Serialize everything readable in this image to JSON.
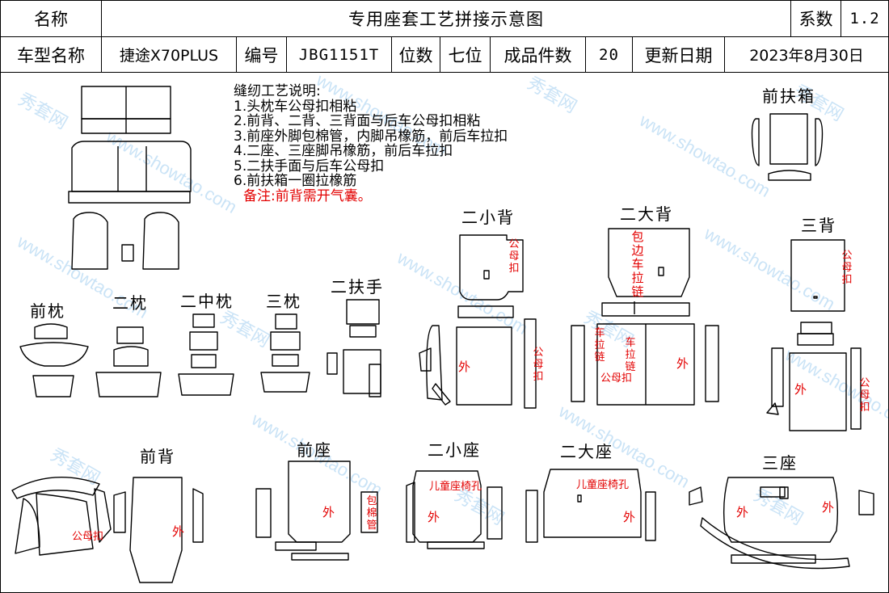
{
  "header": {
    "name_label": "名称",
    "doc_title": "专用座套工艺拼接示意图",
    "factor_label": "系数",
    "factor_value": "1.2",
    "model_label": "车型名称",
    "model_value": "捷途X70PLUS",
    "code_label": "编号",
    "code_value": "JBG1151T",
    "seats_label": "位数",
    "seats_value": "七位",
    "pieces_label": "成品件数",
    "pieces_value": "20",
    "update_label": "更新日期",
    "update_value": "2023年8月30日"
  },
  "notes": {
    "title": "缝纫工艺说明:",
    "items": [
      "1.头枕车公母扣相粘",
      "2.前背、二背、三背面与后车公母扣相粘",
      "3.前座外脚包棉管，内脚吊橡筋，前后车拉扣",
      "4.二座、三座脚吊橡筋，前后车拉扣",
      "5.二扶手面与后车公母扣",
      "6.前扶箱一圈拉橡筋"
    ],
    "remark": "备注:前背需开气囊。"
  },
  "watermark": {
    "text_cn": "秀套网",
    "text_en": "www.showtao.com"
  },
  "parts": {
    "front_armbox": "前扶箱",
    "second_small_back": "二小背",
    "second_large_back": "二大背",
    "third_back": "三背",
    "front_headrest": "前枕",
    "second_headrest": "二枕",
    "second_mid_headrest": "二中枕",
    "third_headrest": "三枕",
    "second_armrest": "二扶手",
    "front_back": "前背",
    "front_seat": "前座",
    "second_small_seat": "二小座",
    "second_large_seat": "二大座",
    "third_seat": "三座"
  },
  "marks": {
    "snap": "公母扣",
    "outer": "外",
    "edge_zip": "包边车拉链",
    "zip": "车拉链",
    "cotton_tube": "包棉管",
    "child_seat_hole": "儿童座椅孔"
  },
  "colors": {
    "annotation_red": "#e30000",
    "watermark_blue": "#9fcdf0"
  }
}
